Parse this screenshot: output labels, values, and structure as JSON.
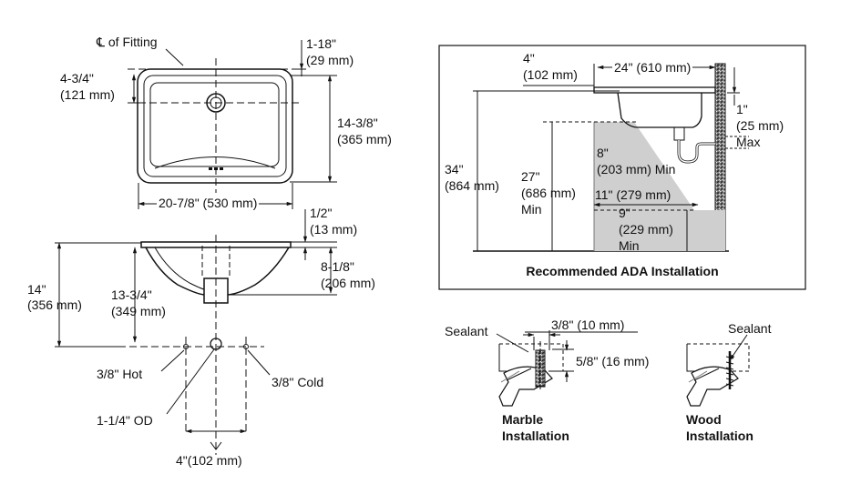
{
  "top_view": {
    "cl_symbol": "℄",
    "cl_label": "of Fitting",
    "dim_top_1": "1-18\"",
    "dim_top_2": "(29 mm)",
    "dim_left_1": "4-3/4\"",
    "dim_left_2": "(121 mm)",
    "dim_height_1": "14-3/8\"",
    "dim_height_2": "(365 mm)",
    "dim_width": "20-7/8\" (530 mm)"
  },
  "side_view": {
    "rim_1": "1/2\"",
    "rim_2": "(13 mm)",
    "bowl_depth_1": "8-1/8\"",
    "bowl_depth_2": "(206 mm)",
    "overall_1": "14\"",
    "overall_2": "(356 mm)",
    "drain_1": "13-3/4\"",
    "drain_2": "(349 mm)",
    "hot": "3/8\" Hot",
    "cold": "3/8\" Cold",
    "od": "1-1/4\" OD",
    "spacing": "4\"(102 mm)"
  },
  "ada": {
    "offset_1": "4\"",
    "offset_2": "(102 mm)",
    "depth": "24\" (610 mm)",
    "max_1": "1\"",
    "max_2": "(25 mm)",
    "max_3": "Max",
    "height_1": "34\"",
    "height_2": "(864 mm)",
    "knee_1": "27\"",
    "knee_2": "(686 mm)",
    "knee_3": "Min",
    "toe_a1": "8\"",
    "toe_a2": "(203 mm)",
    "toe_a3": "Min",
    "toe_b": "11\" (279 mm)",
    "toe_c1": "9\"",
    "toe_c2": "(229 mm)",
    "toe_c3": "Min",
    "caption": "Recommended ADA Installation"
  },
  "mounting": {
    "sealant": "Sealant",
    "bolt_1": "3/8\" (10 mm)",
    "bolt_2": "5/8\" (16 mm)",
    "marble_1": "Marble",
    "marble_2": "Installation",
    "sealant_wood": "Sealant",
    "wood_1": "Wood",
    "wood_2": "Installation"
  }
}
